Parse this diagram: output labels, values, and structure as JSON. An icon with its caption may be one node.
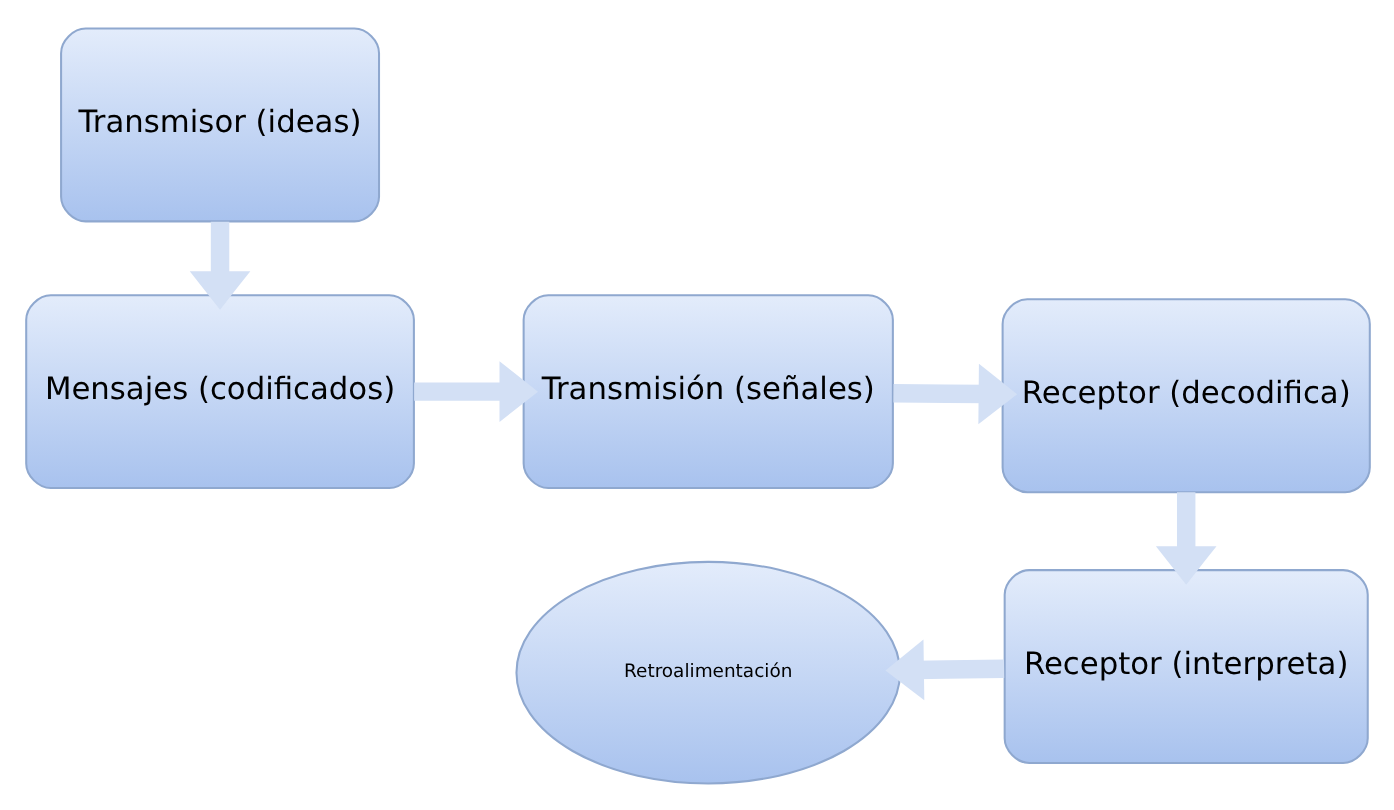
{
  "diagram": {
    "nodes": [
      {
        "text": [
          "Transmisor (ideas)"
        ]
      },
      {
        "text": [
          "Mensajes (codificados)"
        ]
      },
      {
        "text": [
          "Transmisión (señales)"
        ]
      },
      {
        "text": [
          "Receptor (decodifica)"
        ]
      },
      {
        "text": [
          "Receptor (interpreta)"
        ]
      },
      {
        "text": [
          "Retroalimentación"
        ]
      }
    ],
    "edges": [
      {
        "from": 0,
        "to": 1,
        "arrow": "to"
      },
      {
        "from": 1,
        "to": 2,
        "arrow": "to"
      },
      {
        "from": 2,
        "to": 3,
        "arrow": "to"
      },
      {
        "from": 3,
        "to": 4,
        "arrow": "to"
      },
      {
        "from": 4,
        "to": 5,
        "arrow": "to"
      }
    ]
  }
}
